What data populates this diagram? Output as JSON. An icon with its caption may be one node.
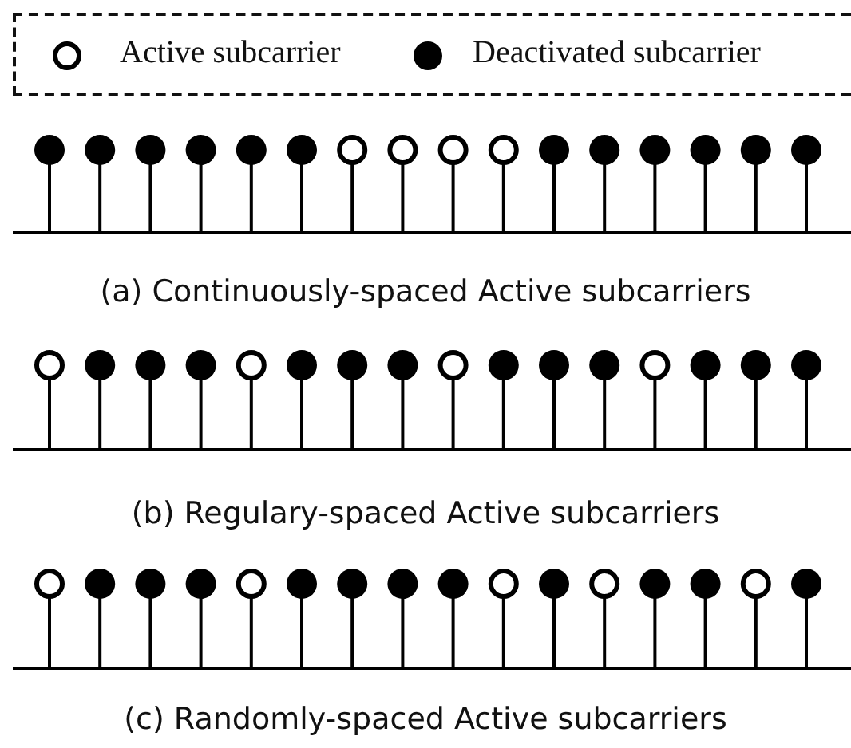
{
  "diagram": {
    "labels": [
      "(a) Continuously-spaced Active subcarriers",
      "(b) Regulary-spaced Active subcarriers",
      "(c) Randomly-spaced Active subcarriers"
    ],
    "legend": [
      {
        "text": "Active subcarrier"
      },
      {
        "text": "Deactivated subcarrier"
      }
    ]
  }
}
